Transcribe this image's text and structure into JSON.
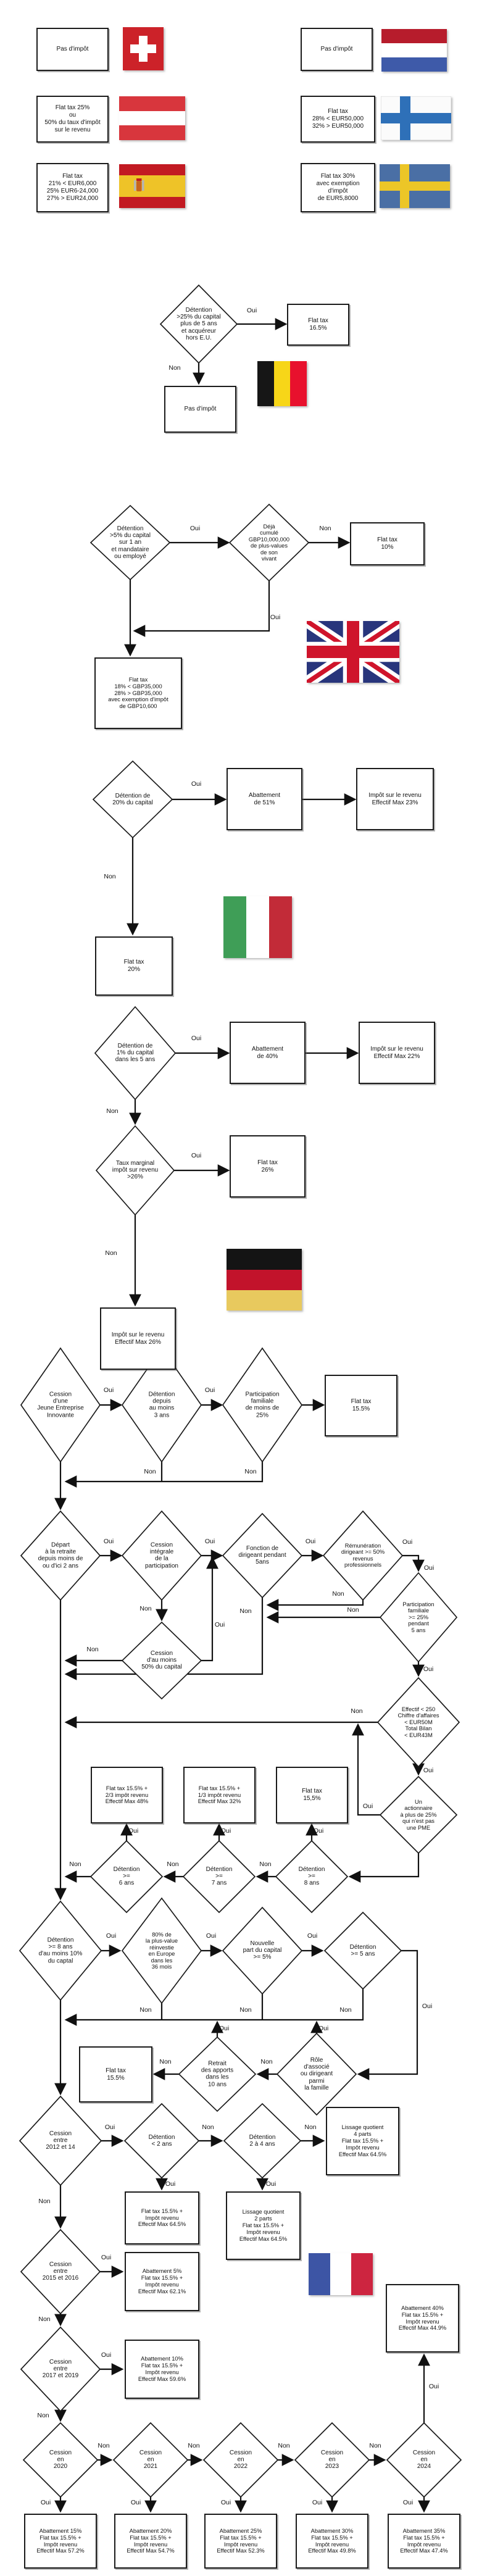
{
  "labels": {
    "oui": "Oui",
    "non": "Non"
  },
  "countries": {
    "ch": {
      "box": "Pas d'impôt"
    },
    "nl": {
      "box": "Pas d'impôt"
    },
    "at": {
      "box": "Flat tax 25%\nou\n50% du taux d'impôt\nsur le revenu"
    },
    "fi": {
      "box": "Flat tax\n28% < EUR50,000\n32% > EUR50,000"
    },
    "es": {
      "box": "Flat tax\n21% < EUR6,000\n25% EUR6-24,000\n27% > EUR24,000"
    },
    "se": {
      "box": "Flat tax 30%\navec exemption\nd'impôt\nde EUR5,8000"
    },
    "be": {
      "decision": "Détention\n>25% du capital\nplus de 5 ans\net acquéreur\nhors E.U.",
      "flat": "Flat tax\n16.5%",
      "none": "Pas d'impôt"
    },
    "uk": {
      "d1": "Détention\n>5% du capital\nsur 1 an\net mandataire\nou employé",
      "d2": "Déjà\ncumulé\nGBP10,000,000\nde plus-values\nde son\nvivant",
      "flat10": "Flat tax\n10%",
      "final": "Flat tax\n18% < GBP35,000\n28% > GBP35,000\navec exemption d'impôt\nde GBP10,600"
    },
    "it": {
      "d1": "Détention de\n20% du capital",
      "ab": "Abattement\nde 51%",
      "ir": "Impôt sur le revenu\nEffectif Max 23%",
      "flat": "Flat tax\n20%"
    },
    "de": {
      "d1": "Détention de\n1% du capital\ndans les 5 ans",
      "ab": "Abattement\nde 40%",
      "ir22": "Impôt sur le revenu\nEffectif Max 22%",
      "d2": "Taux marginal\nimpôt sur revenu\n>26%",
      "flat26": "Flat tax\n26%",
      "ir26": "Impôt sur le revenu\nEffectif Max 26%"
    },
    "fr": {
      "jei": "Cession\nd'une\nJeune Entreprise\nInnovante",
      "det3": "Détention\ndepuis\nau moins\n3 ans",
      "partfam25": "Participation\nfamiliale\nde moins de\n25%",
      "flat155a": "Flat tax\n15.5%",
      "retraite": "Départ\nà la retraite\ndepuis moins de\nou d'ici 2 ans",
      "integrale": "Cession\nintégrale\nde la\nparticipation",
      "fonction": "Fonction de\ndirigeant pendant\n5ans",
      "remu": "Rémunération\ndirigeant >= 50%\nrevenus\nprofessionnels",
      "partfam_ge": "Participation\nfamiliale\n>= 25%\npendant\n5 ans",
      "cession50": "Cession\nd'au moins\n50% du capital",
      "effectif": "Effectif < 250\nChiffre d'affaires\n< EUR50M\nTotal Bilan\n< EUR43M",
      "pme": "Un\nactionnaire\nà plus de 25%\nqui n'est pas\nune PME",
      "o1": "Flat tax 15.5% +\n2/3 impôt revenu\nEffectif Max 48%",
      "o2": "Flat tax 15.5% +\n1/3 impôt revenu\nEffectif Max 32%",
      "o3": "Flat tax\n15,5%",
      "d6": "Détention\n>=\n6 ans",
      "d7": "Détention\n>=\n7 ans",
      "d8": "Détention\n>=\n8 ans",
      "det8_10": "Détention\n>= 8 ans\nd'au moins 10%\ndu captal",
      "reinvest": "80% de\nla plus-value\nréinvestie\nen Europe\ndans les\n36 mois",
      "part5": "Nouvelle\npart du capital\n>= 5%",
      "det5": "Détention\n>= 5 ans",
      "flat155b": "Flat tax\n15.5%",
      "retrait": "Retrait\ndes apports\ndans les\n10 ans",
      "role": "Rôle\nd'associé\nou dirigeant\nparmi\nla famille",
      "c2012": "Cession\nentre\n2012 et 14",
      "dlt2": "Détention\n< 2 ans",
      "d24": "Détention\n2 à 4 ans",
      "lissage4": "Lissage quotient\n4 parts\nFlat tax 15.5% +\nImpôt revenu\nEffectif Max 64.5%",
      "b64": "Flat tax 15.5% +\nImpôt revenu\nEffectif Max 64.5%",
      "lissage2": "Lissage quotient\n2 parts\nFlat tax 15.5% +\nImpôt revenu\nEffectif Max 64.5%",
      "c2015": "Cession\nentre\n2015 et 2016",
      "ab5": "Abattement 5%\nFlat tax 15.5% +\nImpôt revenu\nEffectif Max 62.1%",
      "c2017": "Cession\nentre\n2017 et 2019",
      "ab10": "Abattement 10%\nFlat tax 15.5% +\nImpôt revenu\nEffectif Max 59.6%",
      "ab40": "Abattement 40%\nFlat tax 15.5% +\nImpôt revenu\nEffectif Max 44.9%",
      "c2020": "Cession\nen\n2020",
      "c2021": "Cession\nen\n2021",
      "c2022": "Cession\nen\n2022",
      "c2023": "Cession\nen\n2023",
      "c2024": "Cession\nen\n2024",
      "ab15": "Abattement 15%\nFlat tax 15.5% +\nImpôt revenu\nEffectif Max 57.2%",
      "ab20": "Abattement 20%\nFlat tax 15.5% +\nImpôt revenu\nEffectif Max 54.7%",
      "ab25": "Abattement 25%\nFlat tax 15.5% +\nImpôt revenu\nEffectif Max 52.3%",
      "ab30": "Abattement 30%\nFlat tax 15.5% +\nImpôt revenu\nEffectif Max 49.8%",
      "ab35": "Abattement 35%\nFlat tax 15.5% +\nImpôt revenu\nEffectif Max 47.4%"
    }
  }
}
